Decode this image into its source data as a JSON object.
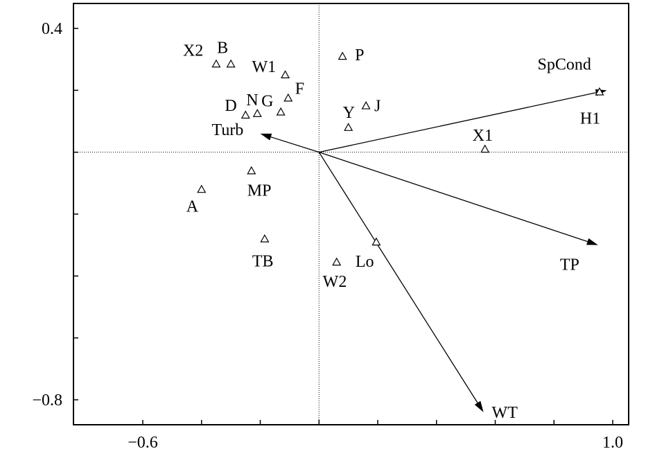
{
  "chart_data": {
    "type": "scatter",
    "xlim": [
      -0.6,
      1.0
    ],
    "ylim": [
      -0.8,
      0.4
    ],
    "x_ticks": [
      -0.6,
      1.0
    ],
    "y_ticks": [
      0.4,
      -0.8
    ],
    "x_tick_labels": [
      "−0.6",
      "1.0"
    ],
    "y_tick_labels": [
      "0.4",
      "−0.8"
    ],
    "grid": false,
    "reference_lines": {
      "x": 0,
      "y": 0
    },
    "points": [
      {
        "label": "X2",
        "x": -0.35,
        "y": 0.285
      },
      {
        "label": "B",
        "x": -0.3,
        "y": 0.285
      },
      {
        "label": "W1",
        "x": -0.115,
        "y": 0.25
      },
      {
        "label": "P",
        "x": 0.08,
        "y": 0.31
      },
      {
        "label": "F",
        "x": -0.105,
        "y": 0.175
      },
      {
        "label": "N",
        "x": -0.21,
        "y": 0.125
      },
      {
        "label": "G",
        "x": -0.13,
        "y": 0.13
      },
      {
        "label": "D",
        "x": -0.25,
        "y": 0.12
      },
      {
        "label": "J",
        "x": 0.16,
        "y": 0.15
      },
      {
        "label": "Y",
        "x": 0.1,
        "y": 0.08
      },
      {
        "label": "X1",
        "x": 0.565,
        "y": 0.01
      },
      {
        "label": "H1",
        "x": 0.955,
        "y": 0.195
      },
      {
        "label": "MP",
        "x": -0.23,
        "y": -0.06
      },
      {
        "label": "A",
        "x": -0.4,
        "y": -0.12
      },
      {
        "label": "TB",
        "x": -0.185,
        "y": -0.28
      },
      {
        "label": "W2",
        "x": 0.06,
        "y": -0.355
      },
      {
        "label": "Lo",
        "x": 0.195,
        "y": -0.29
      }
    ],
    "vectors": [
      {
        "label": "SpCond",
        "x": 0.98,
        "y": 0.2
      },
      {
        "label": "Turb",
        "x": -0.2,
        "y": 0.06
      },
      {
        "label": "TP",
        "x": 0.95,
        "y": -0.3
      },
      {
        "label": "WT",
        "x": 0.56,
        "y": -0.84
      }
    ]
  }
}
